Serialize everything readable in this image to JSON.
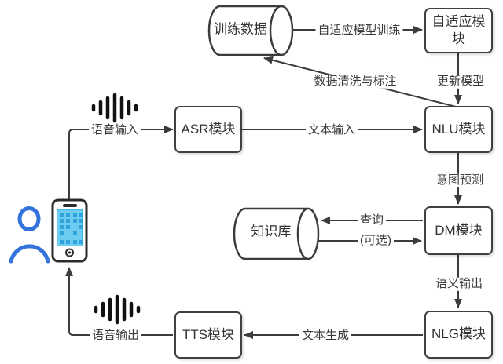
{
  "diagram": {
    "title_hint": "voice-dialogue-system-architecture",
    "nodes": {
      "training_data": "训练数据",
      "adaptive": "自适应模块",
      "asr": "ASR模块",
      "nlu": "NLU模块",
      "knowledge_base": "知识库",
      "dm": "DM模块",
      "nlg": "NLG模块",
      "tts": "TTS模块"
    },
    "edges": {
      "voice_input": "语音输入",
      "adaptive_training": "自适应模型训练",
      "data_cleaning": "数据清洗与标注",
      "update_model": "更新模型",
      "text_input": "文本输入",
      "intent_prediction": "意图预测",
      "query": "查询",
      "optional": "(可选)",
      "semantic_output": "语义输出",
      "text_generation": "文本生成",
      "voice_output": "语音输出"
    },
    "icons": {
      "user": "person-icon",
      "device": "smartphone-icon",
      "waveform_in": "voice-waveform-icon",
      "waveform_out": "voice-waveform-icon"
    },
    "colors": {
      "line": "#3c3c3c",
      "box_border": "#404040",
      "text": "#333333",
      "accent_blue": "#3573dc",
      "phone_body": "#2b2b2b",
      "phone_screen": "#6fccf1",
      "phone_screen_icons": "#2ea3dc",
      "background": "#ffffff"
    }
  }
}
